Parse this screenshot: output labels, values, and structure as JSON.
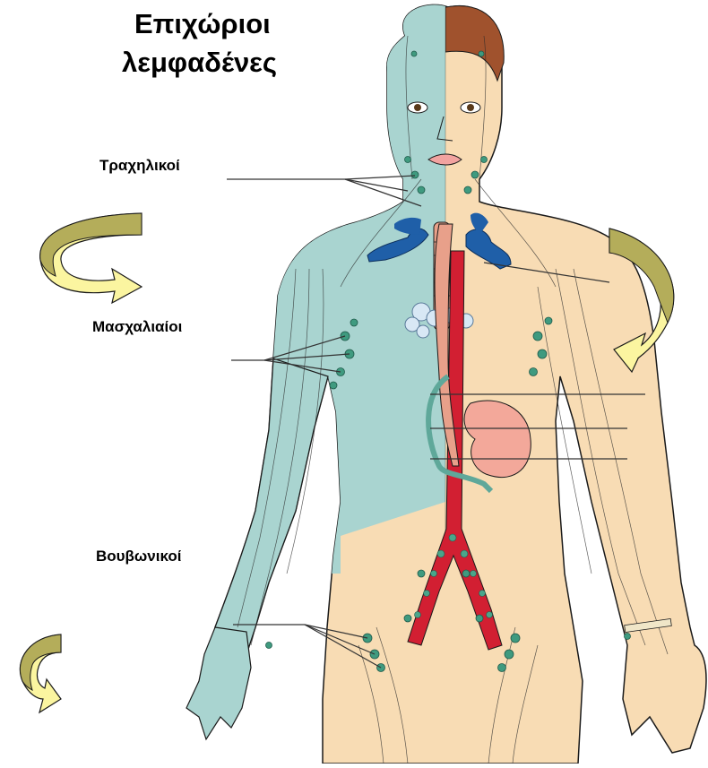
{
  "title": {
    "line1": "Επιχώριοι",
    "line2": "λεμφαδένες"
  },
  "labels": {
    "cervical": "Τραχηλικοί",
    "axillary": "Μασχαλιαίοι",
    "inguinal": "Βουβωνικοί"
  },
  "colors": {
    "skin": "#f8dcb4",
    "lymph_side": "#a9d4d0",
    "hair": "#a0522d",
    "vein": "#1f5fa8",
    "artery": "#d21f32",
    "trachea": "#e8a08a",
    "node": "#3f9a7f",
    "arrow_fill": "#fbf5a0",
    "arrow_dark": "#b4ad5a",
    "outline": "#1a1a1a"
  }
}
